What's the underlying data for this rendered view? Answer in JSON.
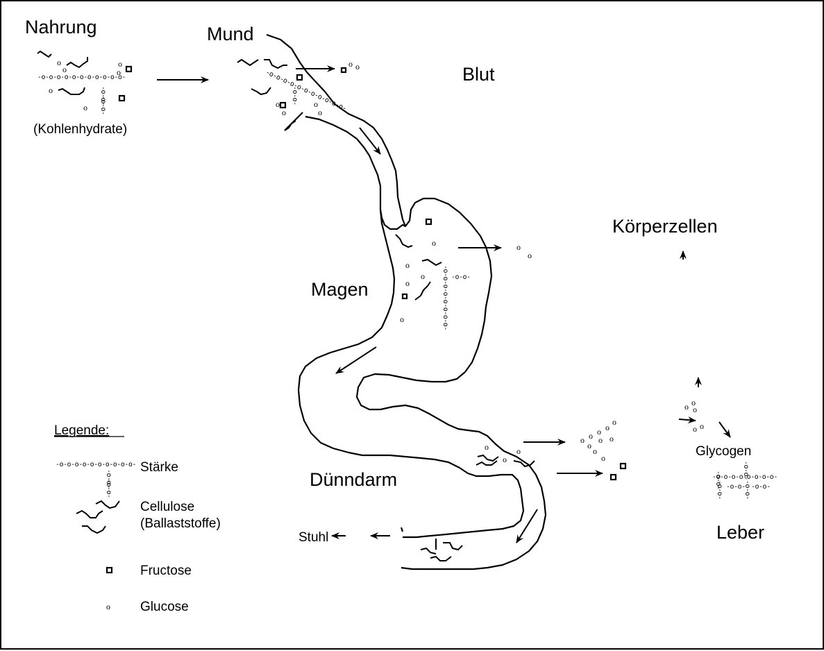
{
  "labels": {
    "nahrung": "Nahrung",
    "kohlenhydrate": "(Kohlenhydrate)",
    "mund": "Mund",
    "blut": "Blut",
    "koerperzellen": "Körperzellen",
    "magen": "Magen",
    "duenndarm": "Dünndarm",
    "glycogen": "Glycogen",
    "leber": "Leber",
    "stuhl": "Stuhl"
  },
  "legend": {
    "title": "Legende:",
    "items": [
      {
        "key": "staerke",
        "label": "Stärke"
      },
      {
        "key": "cellulose",
        "label": "Cellulose",
        "sublabel": "(Ballaststoffe)"
      },
      {
        "key": "fructose",
        "label": "Fructose"
      },
      {
        "key": "glucose",
        "label": "Glucose"
      }
    ]
  },
  "symbols": {
    "glucose_glyph": "o",
    "starch_chain_legend": "-o-o-o-o-o-o-o-o-o-o-",
    "starch_chain_food": "-o-o-o-o-o-o-o-o-o-o-o-",
    "starch_chain_short": "-o-o-",
    "glycogen_chain": "-o-o-o-o-o-o-o-o-",
    "glycogen_branch": "-o-o-"
  },
  "colors": {
    "ink": "#000000",
    "background": "#ffffff"
  }
}
